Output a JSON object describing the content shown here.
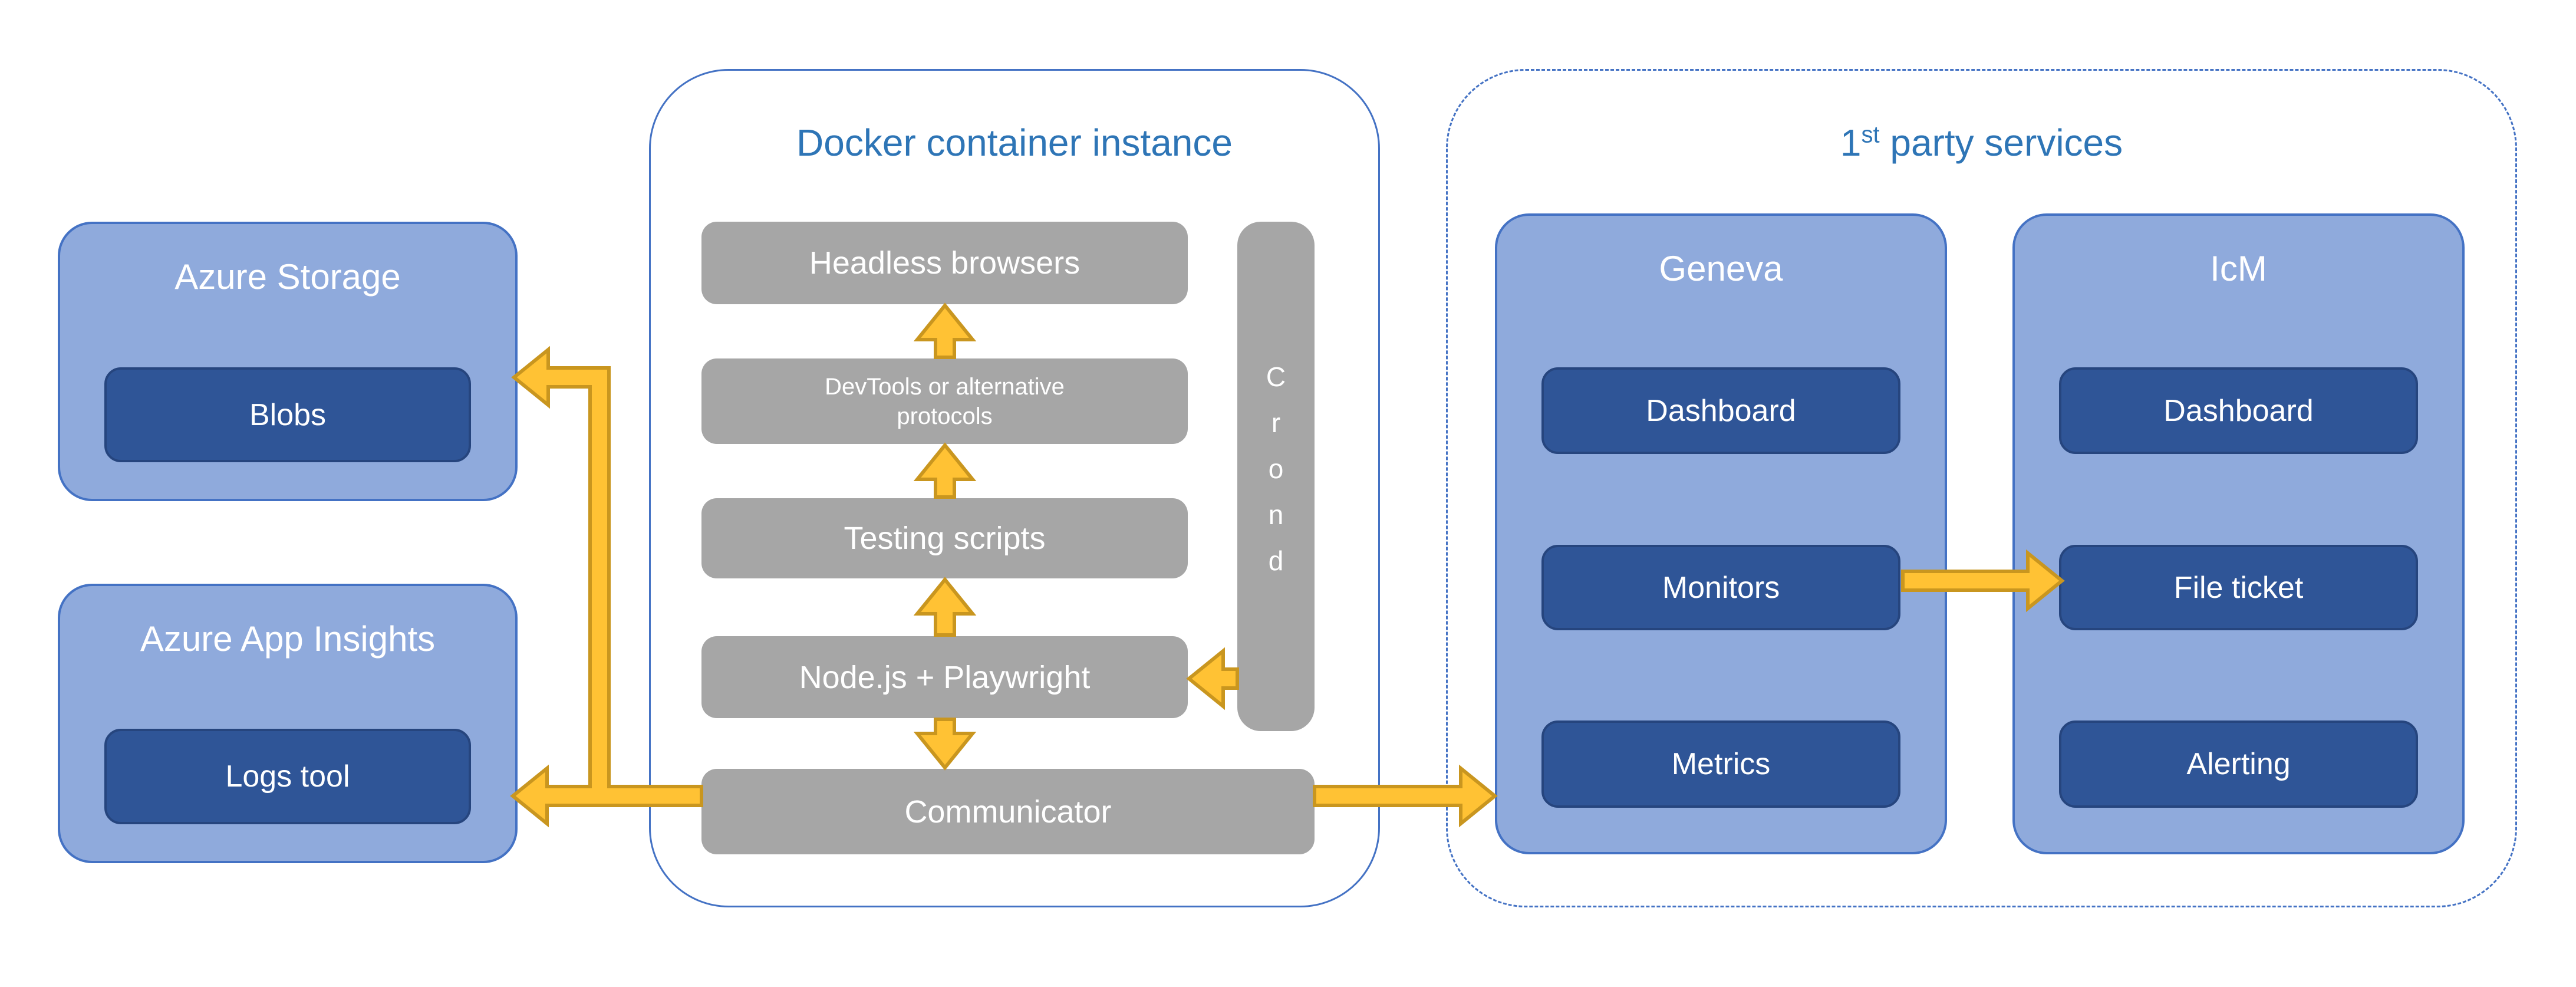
{
  "colors": {
    "light_blue_fill": "#8FAADC",
    "blue_border": "#4472C4",
    "dark_blue_fill": "#2F5597",
    "dark_blue_border": "#26457E",
    "gray_fill": "#A6A6A6",
    "arrow_fill": "#FFC234",
    "arrow_border": "#C9961F",
    "title_blue": "#2E75B6",
    "white": "#FFFFFF"
  },
  "azure_storage": {
    "title": "Azure Storage",
    "items": [
      "Blobs"
    ]
  },
  "azure_app_insights": {
    "title": "Azure App Insights",
    "items": [
      "Logs tool"
    ]
  },
  "docker": {
    "title": "Docker container instance",
    "boxes": [
      "Headless browsers",
      "DevTools or alternative protocols",
      "Testing scripts",
      "Node.js + Playwright",
      "Communicator"
    ],
    "crond_label": "Crond"
  },
  "first_party": {
    "title_prefix": "1",
    "title_sup": "st",
    "title_rest": " party services",
    "geneva": {
      "title": "Geneva",
      "items": [
        "Dashboard",
        "Monitors",
        "Metrics"
      ]
    },
    "icm": {
      "title": "IcM",
      "items": [
        "Dashboard",
        "File ticket",
        "Alerting"
      ]
    }
  },
  "connections": [
    {
      "from": "Node.js + Playwright",
      "to": "Testing scripts"
    },
    {
      "from": "Testing scripts",
      "to": "DevTools or alternative protocols"
    },
    {
      "from": "DevTools or alternative protocols",
      "to": "Headless browsers"
    },
    {
      "from": "Crond",
      "to": "Node.js + Playwright"
    },
    {
      "from": "Node.js + Playwright",
      "to": "Communicator"
    },
    {
      "from": "Communicator",
      "to": "Azure Storage / Blobs"
    },
    {
      "from": "Communicator",
      "to": "Azure App Insights / Logs tool"
    },
    {
      "from": "Communicator",
      "to": "Geneva"
    },
    {
      "from": "Monitors",
      "to": "File ticket"
    }
  ]
}
